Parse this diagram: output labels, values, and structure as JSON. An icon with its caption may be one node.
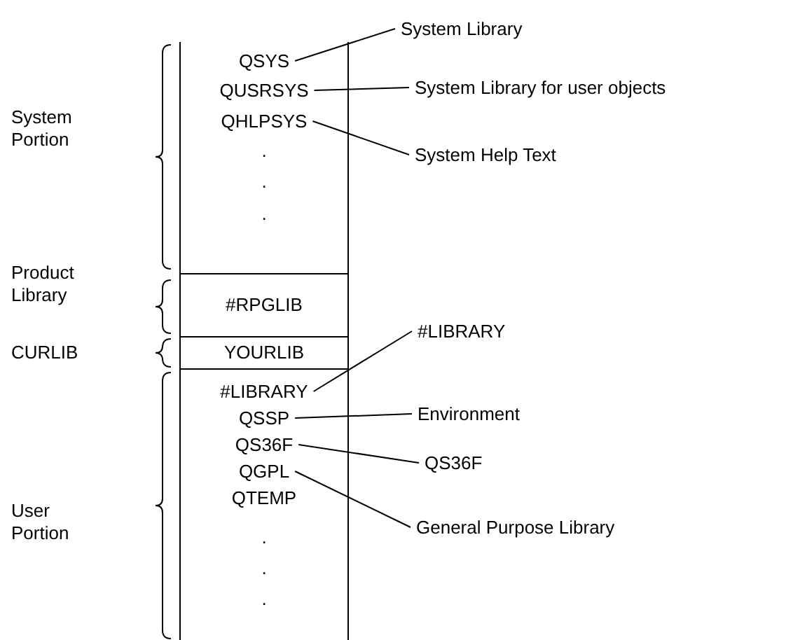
{
  "diagram": {
    "nodes": [
      {
        "text": [],
        "shape": "box"
      },
      {
        "text": [
          "QSYS"
        ],
        "in": 0
      },
      {
        "text": [
          "QUSRSYS"
        ],
        "in": 0
      },
      {
        "text": [
          "QHLPSYS"
        ],
        "in": 0
      },
      {
        "text": [
          "#RPGLIB"
        ]
      },
      {
        "text": [
          "YOURLIB"
        ]
      },
      {
        "text": [],
        "shape": "box"
      },
      {
        "text": [
          "#LIBRARY"
        ],
        "in": 6
      },
      {
        "text": [
          "QSSP"
        ],
        "in": 6
      },
      {
        "text": [
          "QS36F"
        ],
        "in": 6
      },
      {
        "text": [
          "QGPL"
        ],
        "in": 6
      },
      {
        "text": [
          "QTEMP"
        ],
        "in": 6
      },
      {
        "text": [
          "System Library"
        ]
      },
      {
        "text": [
          "System Library for user objects"
        ]
      },
      {
        "text": [
          "System Help Text"
        ]
      },
      {
        "text": [
          "#LIBRARY"
        ]
      },
      {
        "text": [
          "Environment"
        ]
      },
      {
        "text": [
          "QS36F"
        ]
      },
      {
        "text": [
          "General Purpose Library"
        ]
      }
    ],
    "edges": [
      {
        "from": 12,
        "to": 1,
        "arrow": "none"
      },
      {
        "from": 13,
        "to": 2,
        "arrow": "none"
      },
      {
        "from": 14,
        "to": 3,
        "arrow": "none"
      },
      {
        "from": 15,
        "to": 7,
        "arrow": "none"
      },
      {
        "from": 16,
        "to": 8,
        "arrow": "none"
      },
      {
        "from": 17,
        "to": 9,
        "arrow": "none"
      },
      {
        "from": 18,
        "to": 10,
        "arrow": "none"
      }
    ],
    "labels": [
      "System Portion",
      "Product Library",
      "CURLIB",
      "User Portion",
      ".",
      ".",
      ".",
      ".",
      ".",
      "."
    ]
  }
}
